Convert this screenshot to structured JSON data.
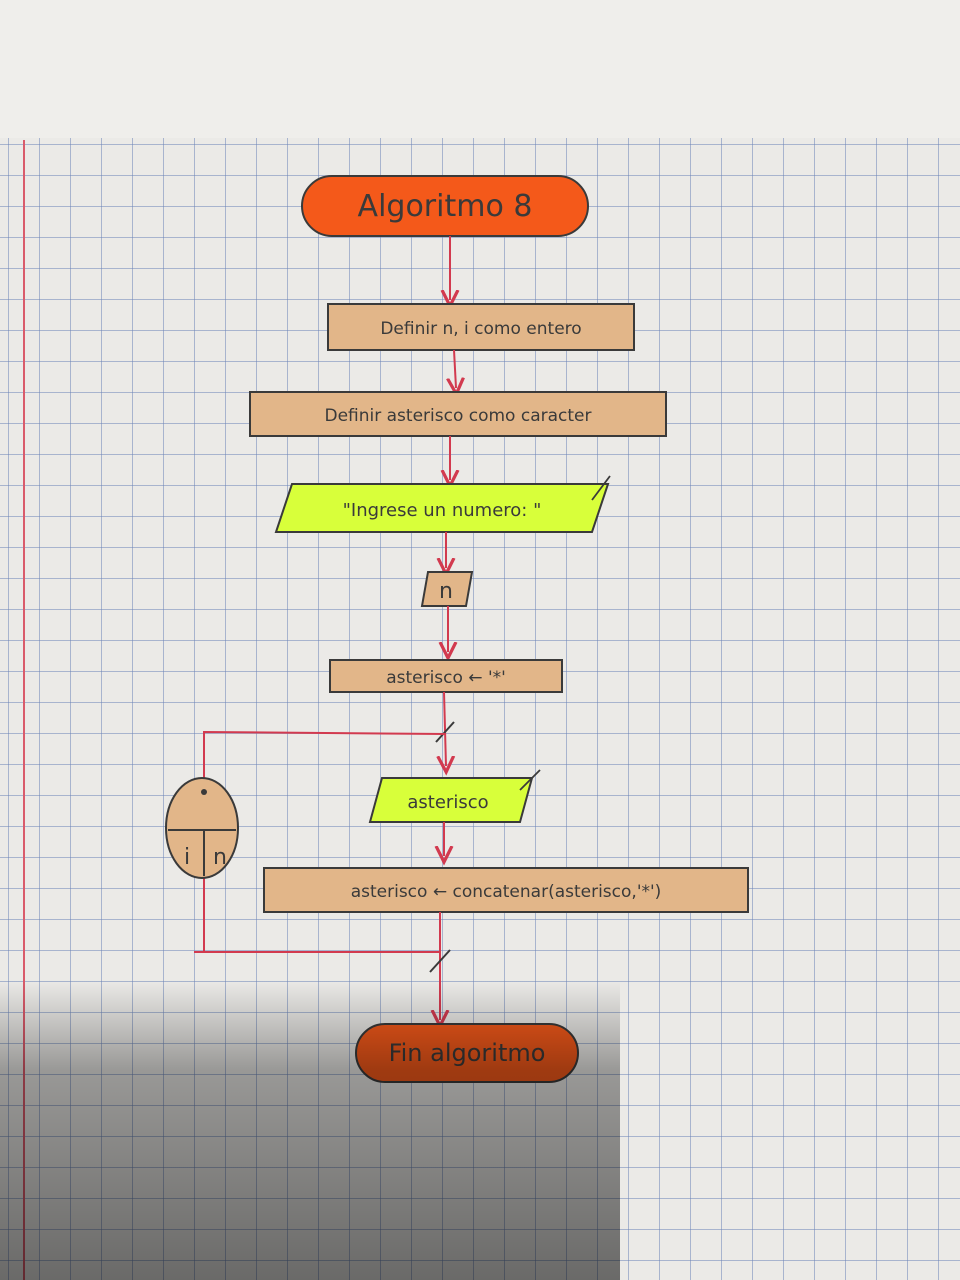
{
  "diagram": {
    "start": "Algoritmo 8",
    "define_vars": "Definir n, i como entero",
    "define_char": "Definir asterisco como caracter",
    "prompt": "\"Ingrese un numero: \"",
    "read_n": "n",
    "assign": "asterisco ← '*'",
    "output": "asterisco",
    "concat": "asterisco ← concatenar(asterisco,'*')",
    "loop_var": "i",
    "loop_limit": "n",
    "end": "Fin algoritmo"
  },
  "colors": {
    "terminal": "#f4591a",
    "process": "#e2b689",
    "io": "#d8ff3a",
    "arrow": "#d23a4f",
    "ink": "#3a3a3a"
  }
}
